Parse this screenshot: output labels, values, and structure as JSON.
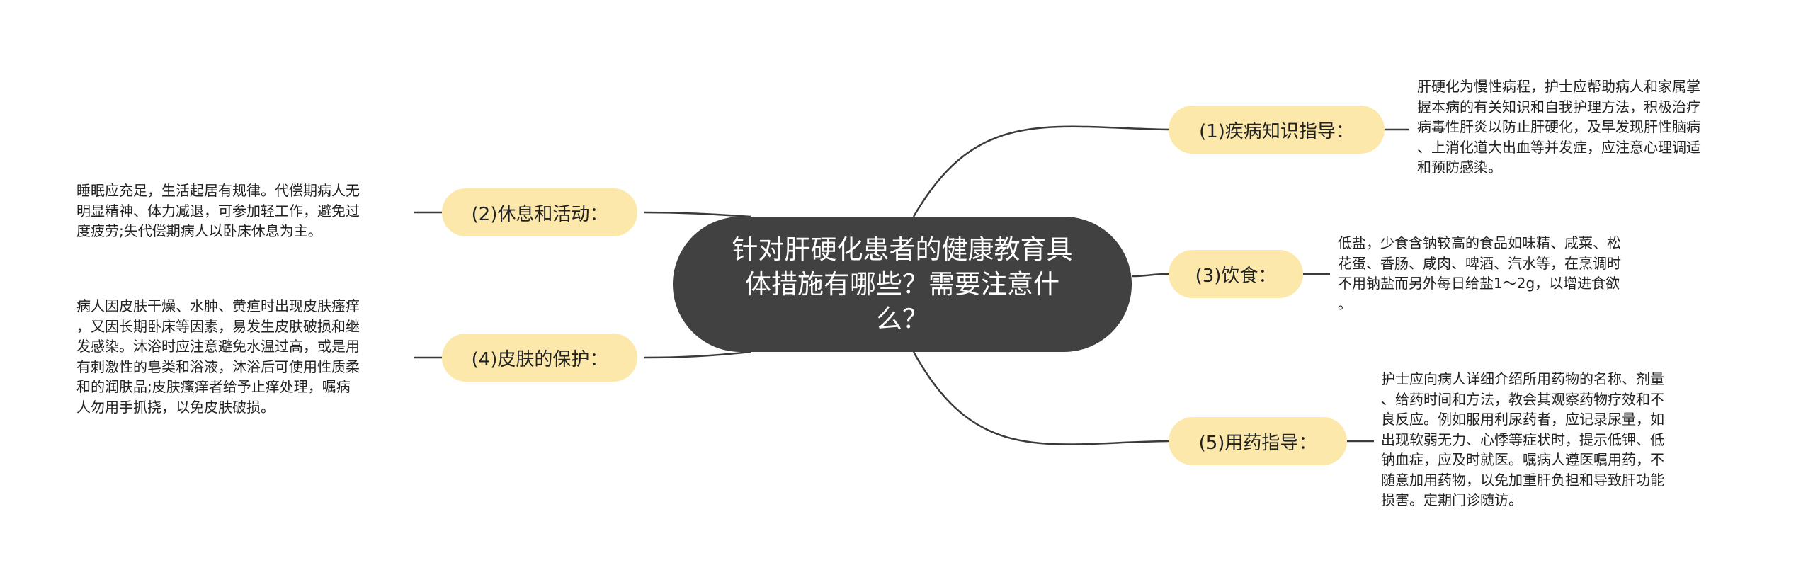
{
  "center_title": "针对肝硬化患者的健康教育具体措施有哪些？需要注意什么？",
  "branches": [
    {
      "label": "(1)疾病知识指导：",
      "text_lines": [
        "肝硬化为慢性病程，护士应帮助病人和家属掌",
        "握本病的有关知识和自我护理方法，积极治疗",
        "病毒性肝炎以防止肝硬化，及早发现肝性脑病",
        "、上消化道大出血等并发症，应注意心理调适",
        "和预防感染。"
      ]
    },
    {
      "label": "(2)休息和活动：",
      "text_lines": [
        "睡眠应充足，生活起居有规律。代偿期病人无",
        "明显精神、体力减退，可参加轻工作，避免过",
        "度疲劳;失代偿期病人以卧床休息为主。"
      ]
    },
    {
      "label": "(3)饮食：",
      "text_lines": [
        "低盐，少食含钠较高的食品如味精、咸菜、松",
        "花蛋、香肠、咸肉、啤酒、汽水等，在烹调时",
        "不用钠盐而另外每日给盐1～2g，以增进食欲",
        "。"
      ]
    },
    {
      "label": "(4)皮肤的保护：",
      "text_lines": [
        "病人因皮肤干燥、水肿、黄疸时出现皮肤瘙痒",
        "，又因长期卧床等因素，易发生皮肤破损和继",
        "发感染。沐浴时应注意避免水温过高，或是用",
        "有刺激性的皂类和浴液，沐浴后可使用性质柔",
        "和的润肤品;皮肤瘙痒者给予止痒处理，嘱病",
        "人勿用手抓挠，以免皮肤破损。"
      ]
    },
    {
      "label": "(5)用药指导：",
      "text_lines": [
        "护士应向病人详细介绍所用药物的名称、剂量",
        "、给药时间和方法，教会其观察药物疗效和不",
        "良反应。例如服用利尿药者，应记录尿量，如",
        "出现软弱无力、心悸等症状时，提示低钾、低",
        "钠血症，应及时就医。嘱病人遵医嘱用药，不",
        "随意加用药物，以免加重肝负担和导致肝功能",
        "损害。定期门诊随访。"
      ]
    }
  ],
  "colors": {
    "center_fill": "#414141",
    "branch_fill": "#fde8ab",
    "line": "#3a3a3a"
  }
}
